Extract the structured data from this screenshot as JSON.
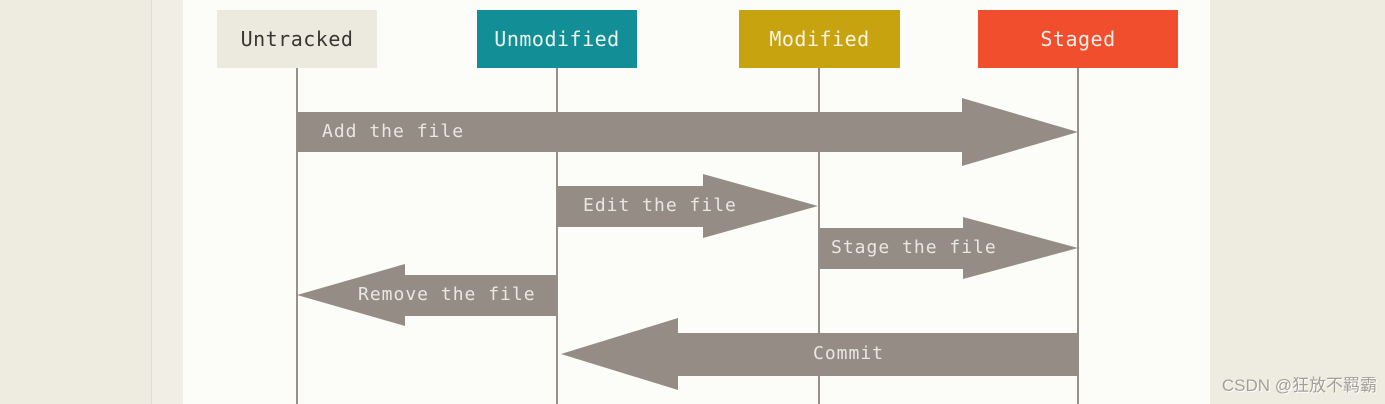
{
  "page": {
    "watermark": "CSDN @狂放不羁霸",
    "background_color": "#eeece1",
    "panel_color": "#fcfcf9"
  },
  "diagram": {
    "description": "Git file status lifecycle",
    "arrow_color": "#958d85",
    "lifeline_color": "#97908a",
    "states": [
      {
        "label": "Untracked",
        "color": "#eceadf",
        "text_color": "#3a3633"
      },
      {
        "label": "Unmodified",
        "color": "#128f96",
        "text_color": "#eef4f2"
      },
      {
        "label": "Modified",
        "color": "#c7a40f",
        "text_color": "#f6f2e4"
      },
      {
        "label": "Staged",
        "color": "#f14e2d",
        "text_color": "#fdefe8"
      }
    ],
    "transitions": [
      {
        "label": "Add the file",
        "from": "Untracked",
        "to": "Staged",
        "direction": "right"
      },
      {
        "label": "Edit the file",
        "from": "Unmodified",
        "to": "Modified",
        "direction": "right"
      },
      {
        "label": "Stage the file",
        "from": "Modified",
        "to": "Staged",
        "direction": "right"
      },
      {
        "label": "Remove the file",
        "from": "Unmodified",
        "to": "Untracked",
        "direction": "left"
      },
      {
        "label": "Commit",
        "from": "Staged",
        "to": "Unmodified",
        "direction": "left"
      }
    ]
  }
}
